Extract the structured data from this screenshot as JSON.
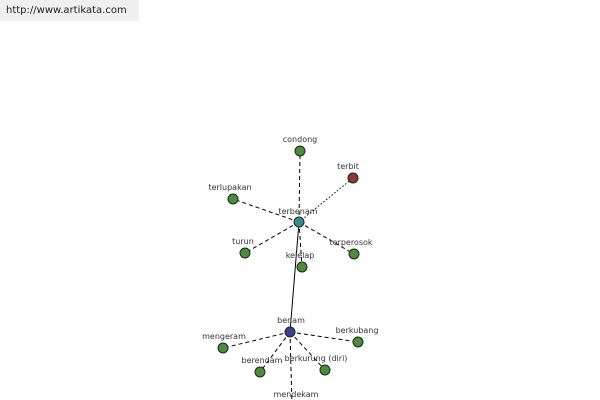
{
  "header": {
    "url": "http://www.artikata.com"
  },
  "colors": {
    "hub": "#3a8a94",
    "hub_secondary": "#3b3f8f",
    "related": "#4e8a3e",
    "antonym": "#8a3a32"
  },
  "graph": {
    "nodes": [
      {
        "id": "terbenam",
        "label": "terbenam",
        "kind": "hub"
      },
      {
        "id": "benam",
        "label": "benam",
        "kind": "hub_secondary"
      },
      {
        "id": "condong",
        "label": "condong",
        "kind": "related"
      },
      {
        "id": "terbit",
        "label": "terbit",
        "kind": "antonym"
      },
      {
        "id": "terlupakan",
        "label": "terlupakan",
        "kind": "related"
      },
      {
        "id": "turun",
        "label": "turun",
        "kind": "related"
      },
      {
        "id": "kelelap",
        "label": "kelelap",
        "kind": "related"
      },
      {
        "id": "terperosok",
        "label": "terperosok",
        "kind": "related"
      },
      {
        "id": "mengeram",
        "label": "mengeram",
        "kind": "related"
      },
      {
        "id": "berendam",
        "label": "berendam",
        "kind": "related"
      },
      {
        "id": "berkurung",
        "label": "berkurung (diri)",
        "kind": "related"
      },
      {
        "id": "berkubang",
        "label": "berkubang",
        "kind": "related"
      },
      {
        "id": "mendekam",
        "label": "mendekam",
        "kind": "related"
      }
    ],
    "edges": [
      {
        "from": "terbenam",
        "to": "condong",
        "style": "dashed"
      },
      {
        "from": "terbenam",
        "to": "terbit",
        "style": "dotted"
      },
      {
        "from": "terbenam",
        "to": "terlupakan",
        "style": "dashed"
      },
      {
        "from": "terbenam",
        "to": "turun",
        "style": "dashed"
      },
      {
        "from": "terbenam",
        "to": "kelelap",
        "style": "dashed"
      },
      {
        "from": "terbenam",
        "to": "terperosok",
        "style": "dashed"
      },
      {
        "from": "terbenam",
        "to": "benam",
        "style": "solid"
      },
      {
        "from": "benam",
        "to": "mengeram",
        "style": "dashed"
      },
      {
        "from": "benam",
        "to": "berendam",
        "style": "dashed"
      },
      {
        "from": "benam",
        "to": "berkurung",
        "style": "dashed"
      },
      {
        "from": "benam",
        "to": "berkubang",
        "style": "dashed"
      },
      {
        "from": "benam",
        "to": "mendekam",
        "style": "dashed"
      }
    ]
  }
}
